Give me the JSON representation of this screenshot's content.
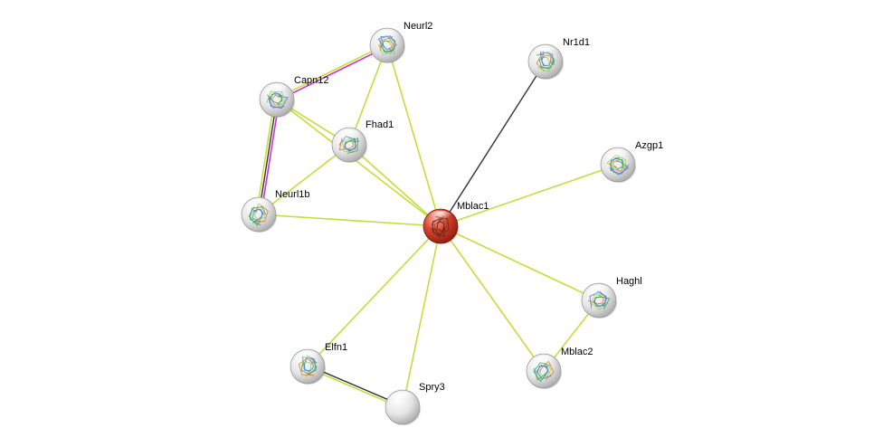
{
  "network": {
    "nodes": [
      {
        "id": "Mblac1",
        "label": "Mblac1",
        "query": true
      },
      {
        "id": "Neurl2",
        "label": "Neurl2",
        "query": false
      },
      {
        "id": "Capn12",
        "label": "Capn12",
        "query": false
      },
      {
        "id": "Fhad1",
        "label": "Fhad1",
        "query": false
      },
      {
        "id": "Neurl1b",
        "label": "Neurl1b",
        "query": false
      },
      {
        "id": "Nr1d1",
        "label": "Nr1d1",
        "query": false
      },
      {
        "id": "Azgp1",
        "label": "Azgp1",
        "query": false
      },
      {
        "id": "Haghl",
        "label": "Haghl",
        "query": false
      },
      {
        "id": "Mblac2",
        "label": "Mblac2",
        "query": false
      },
      {
        "id": "Elfn1",
        "label": "Elfn1",
        "query": false
      },
      {
        "id": "Spry3",
        "label": "Spry3",
        "query": false
      }
    ],
    "edges": [
      {
        "from": "Mblac1",
        "to": "Neurl2",
        "evidence": [
          "textmining"
        ]
      },
      {
        "from": "Mblac1",
        "to": "Capn12",
        "evidence": [
          "textmining"
        ]
      },
      {
        "from": "Mblac1",
        "to": "Fhad1",
        "evidence": [
          "textmining"
        ]
      },
      {
        "from": "Mblac1",
        "to": "Neurl1b",
        "evidence": [
          "textmining"
        ]
      },
      {
        "from": "Mblac1",
        "to": "Nr1d1",
        "evidence": [
          "coexpression"
        ]
      },
      {
        "from": "Mblac1",
        "to": "Azgp1",
        "evidence": [
          "textmining"
        ]
      },
      {
        "from": "Mblac1",
        "to": "Haghl",
        "evidence": [
          "textmining"
        ]
      },
      {
        "from": "Mblac1",
        "to": "Mblac2",
        "evidence": [
          "textmining"
        ]
      },
      {
        "from": "Mblac1",
        "to": "Elfn1",
        "evidence": [
          "textmining"
        ]
      },
      {
        "from": "Mblac1",
        "to": "Spry3",
        "evidence": [
          "textmining"
        ]
      },
      {
        "from": "Neurl2",
        "to": "Capn12",
        "evidence": [
          "experiments",
          "textmining"
        ]
      },
      {
        "from": "Neurl2",
        "to": "Fhad1",
        "evidence": [
          "textmining"
        ]
      },
      {
        "from": "Capn12",
        "to": "Fhad1",
        "evidence": [
          "textmining"
        ]
      },
      {
        "from": "Capn12",
        "to": "Neurl1b",
        "evidence": [
          "experiments",
          "coexpression",
          "textmining"
        ]
      },
      {
        "from": "Fhad1",
        "to": "Neurl1b",
        "evidence": [
          "textmining"
        ]
      },
      {
        "from": "Haghl",
        "to": "Mblac2",
        "evidence": [
          "textmining"
        ]
      },
      {
        "from": "Elfn1",
        "to": "Spry3",
        "evidence": [
          "coexpression",
          "textmining"
        ]
      }
    ],
    "colors": {
      "textmining": "#c4dd3c",
      "coexpression": "#333333",
      "experiments": "#cc33cc",
      "query_node": "#d83a2a",
      "node": "#e8e8e8"
    }
  }
}
